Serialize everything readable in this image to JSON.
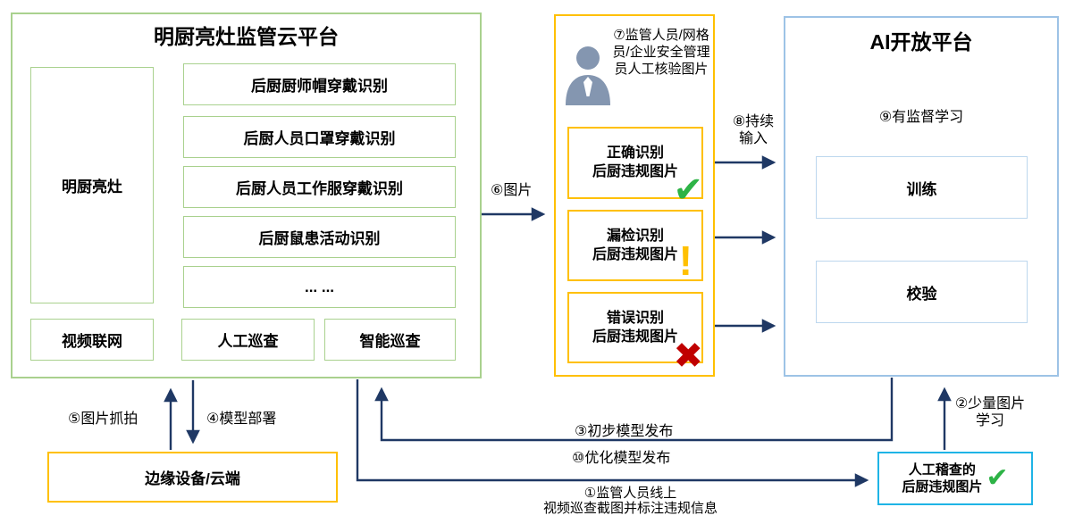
{
  "colors": {
    "platform_border_green": "#A9D18E",
    "review_border_gold": "#FFC000",
    "ai_border_blue": "#9DC3E6",
    "ai_inner_border_blue": "#BDD7EE",
    "audited_border_teal": "#1FB4E6",
    "arrow_navy": "#1F3864",
    "check_green": "#2DB346",
    "cross_red": "#C00000",
    "exclaim_gold": "#FFC000",
    "person_icon_blue_gray": "#8496B0"
  },
  "platform": {
    "title": "明厨亮灶监管云平台",
    "left_box": "明厨亮灶",
    "recognition_items": [
      "后厨厨师帽穿戴识别",
      "后厨人员口罩穿戴识别",
      "后厨人员工作服穿戴识别",
      "后厨鼠患活动识别",
      "... ..."
    ],
    "bottom_items": [
      "视频联网",
      "人工巡查",
      "智能巡查"
    ]
  },
  "review_panel": {
    "header": "⑦监管人员/网格员/企业安全管理员人工核验图片",
    "results": [
      {
        "line1": "正确识别",
        "line2": "后厨违规图片",
        "icon": "check-icon"
      },
      {
        "line1": "漏检识别",
        "line2": "后厨违规图片",
        "icon": "exclamation-icon"
      },
      {
        "line1": "错误识别",
        "line2": "后厨违规图片",
        "icon": "cross-icon"
      }
    ]
  },
  "ai_platform": {
    "title": "AI开放平台",
    "supervised_label": "⑨有监督学习",
    "train_box": "训练",
    "verify_box": "校验"
  },
  "edge_box": {
    "label": "边缘设备/云端"
  },
  "audited_box": {
    "line1": "人工稽查的",
    "line2": "后厨违规图片",
    "icon": "check-icon"
  },
  "flows": {
    "f1_line1": "①监管人员线上",
    "f1_line2": "视频巡查截图并标注违规信息",
    "f2_line1": "②少量图片",
    "f2_line2": "学习",
    "f3": "③初步模型发布",
    "f4": "④模型部署",
    "f5": "⑤图片抓拍",
    "f6": "⑥图片",
    "f8_line1": "⑧持续",
    "f8_line2": "输入",
    "f10": "⑩优化模型发布"
  },
  "icons": {
    "check": "✔",
    "cross": "✖",
    "exclamation": "!"
  }
}
